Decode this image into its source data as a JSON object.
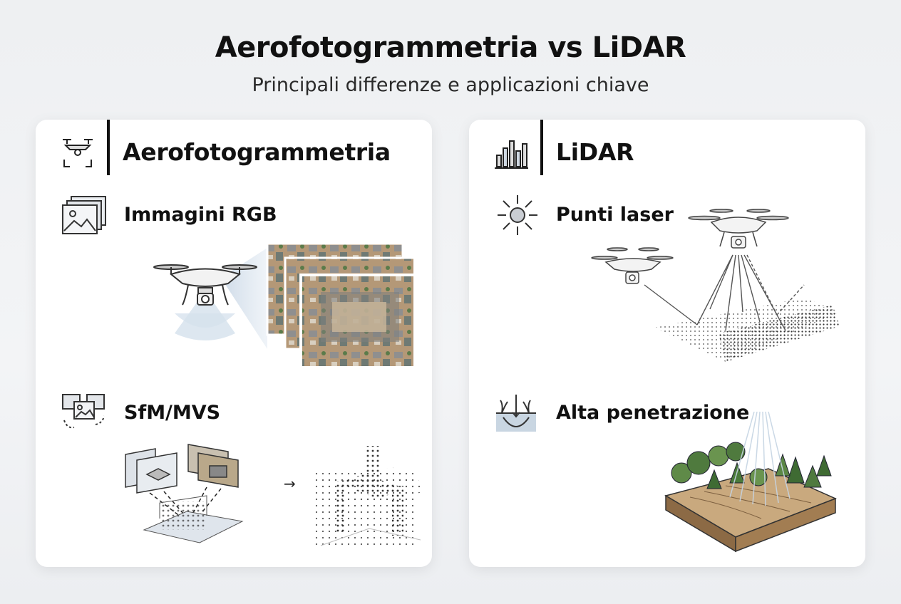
{
  "header": {
    "title": "Aerofotogrammetria vs LiDAR",
    "subtitle": "Principali differenze e applicazioni chiave"
  },
  "left_card": {
    "title": "Aerofotogrammetria",
    "header_icon": "drone-camera-icon",
    "features": [
      {
        "label": "Immagini RGB",
        "icon": "image-stack-icon"
      },
      {
        "label": "SfM/MVS",
        "icon": "image-matching-icon"
      }
    ]
  },
  "right_card": {
    "title": "LiDAR",
    "header_icon": "bar-chart-icon",
    "features": [
      {
        "label": "Punti laser",
        "icon": "sun-burst-icon"
      },
      {
        "label": "Alta penetrazione",
        "icon": "ground-penetration-icon"
      }
    ]
  },
  "colors": {
    "text": "#111111",
    "card_background": "#ffffff",
    "page_background": "#eef0f2",
    "accent_blue": "#a9bfd6",
    "terrain_brown": "#b08a5a",
    "forest_green": "#4f7a3e"
  }
}
